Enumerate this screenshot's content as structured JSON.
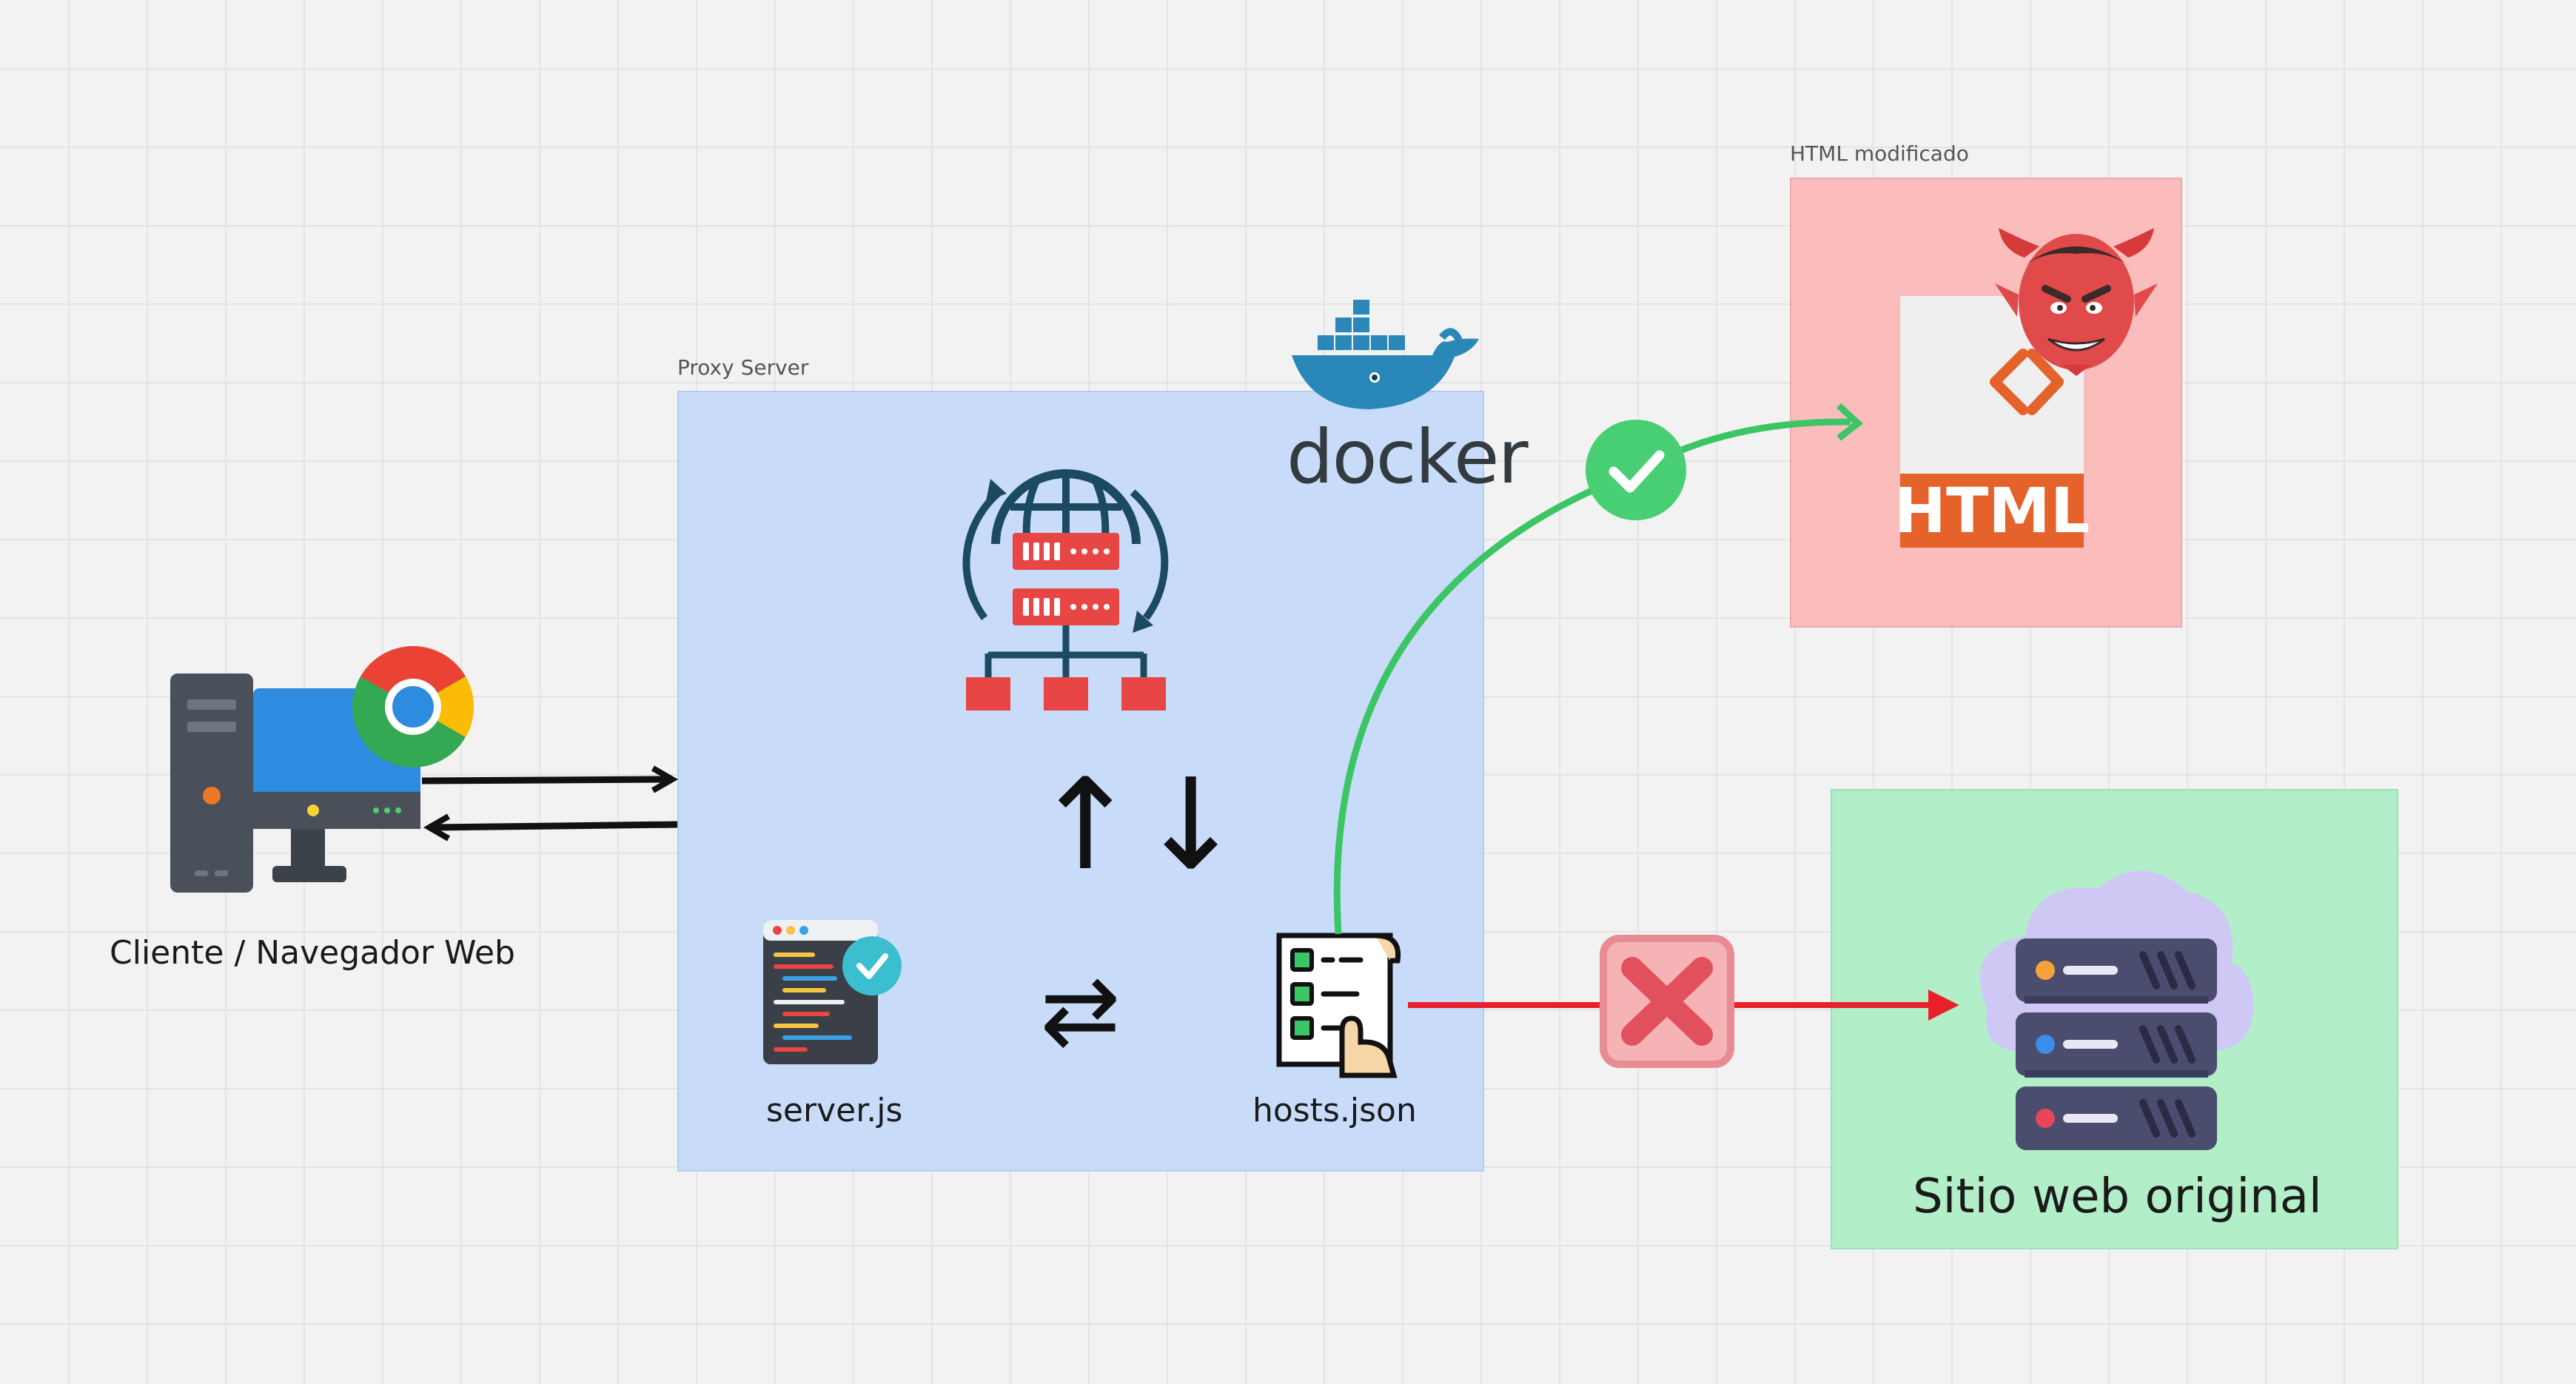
{
  "frames": {
    "proxy": {
      "title": "Proxy Server"
    },
    "html_modified": {
      "title": "HTML modificado"
    },
    "original": {
      "label": "Sitio web original"
    }
  },
  "nodes": {
    "client": {
      "label": "Cliente / Navegador Web",
      "icon": "desktop-computer-chrome-icon"
    },
    "server_js": {
      "label": "server.js",
      "icon": "code-file-check-icon"
    },
    "hosts_json": {
      "label": "hosts.json",
      "icon": "checklist-document-hand-icon"
    },
    "proxy_globe": {
      "icon": "globe-server-network-icon"
    },
    "docker": {
      "label": "docker",
      "icon": "docker-whale-icon"
    },
    "html_file": {
      "label": "HTML",
      "icon": "html-file-devil-icon"
    },
    "cloud_server": {
      "icon": "cloud-server-icon"
    }
  },
  "connectors": {
    "vertical_arrows": "↑↓",
    "horizontal_arrows": "⇄",
    "success_icon": "check-circle-icon",
    "blocked_icon": "x-mark-icon"
  },
  "colors": {
    "proxy_frame": "#c8dcfa",
    "html_frame": "#fbbcbc",
    "original_frame": "#b2efc8",
    "allowed_path": "#3cc565",
    "blocked_path": "#e8202a",
    "html_orange": "#e5622b",
    "docker_blue": "#2a88b8"
  }
}
